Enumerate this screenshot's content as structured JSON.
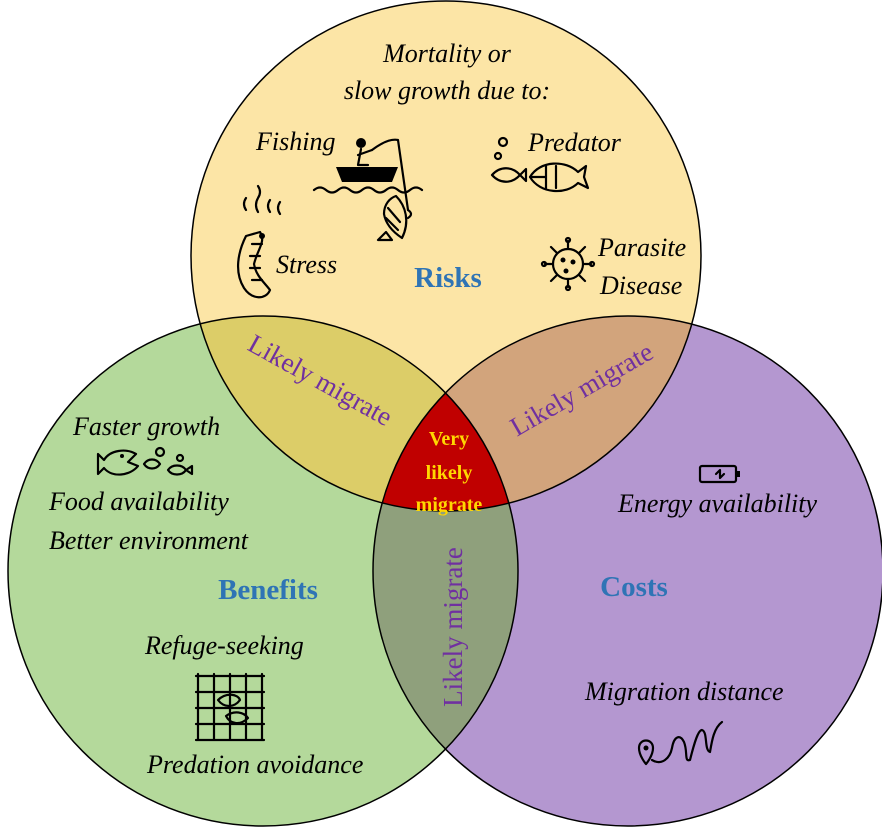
{
  "circles": {
    "risks": {
      "heading": "Risks",
      "title_line1": "Mortality or",
      "title_line2": "slow growth due to:",
      "items": {
        "fishing": "Fishing",
        "predator": "Predator",
        "stress": "Stress",
        "parasite": "Parasite",
        "disease": "Disease"
      },
      "fill": "#fce5a6"
    },
    "benefits": {
      "heading": "Benefits",
      "items": {
        "faster_growth": "Faster growth",
        "food": "Food availability",
        "environment": "Better environment",
        "refuge": "Refuge-seeking",
        "predation": "Predation avoidance"
      },
      "fill": "#b4d99b"
    },
    "costs": {
      "heading": "Costs",
      "items": {
        "energy": "Energy availability",
        "distance": "Migration distance"
      },
      "fill": "#b497d0"
    }
  },
  "overlaps": {
    "risks_benefits": "Likely migrate",
    "risks_costs": "Likely migrate",
    "benefits_costs": "Likely migrate",
    "all_three_line1": "Very",
    "all_three_line2": "likely",
    "all_three_line3": "migrate"
  },
  "colors": {
    "heading": "#2f74b5",
    "likely_migrate_text": "#7030a0",
    "very_likely_fill": "#c00000",
    "very_likely_text": "#ffd700",
    "risks_benefits_overlap": "#dccd68",
    "risks_costs_overlap": "#d2a47c",
    "benefits_costs_overlap": "#8fa07c"
  },
  "icons": [
    "fishing-boat-icon",
    "hooked-fish-icon",
    "predator-fish-icon",
    "stressed-shrimp-icon",
    "virus-icon",
    "fish-eating-icon",
    "battery-low-icon",
    "refuge-grid-icon",
    "route-pin-icon"
  ]
}
